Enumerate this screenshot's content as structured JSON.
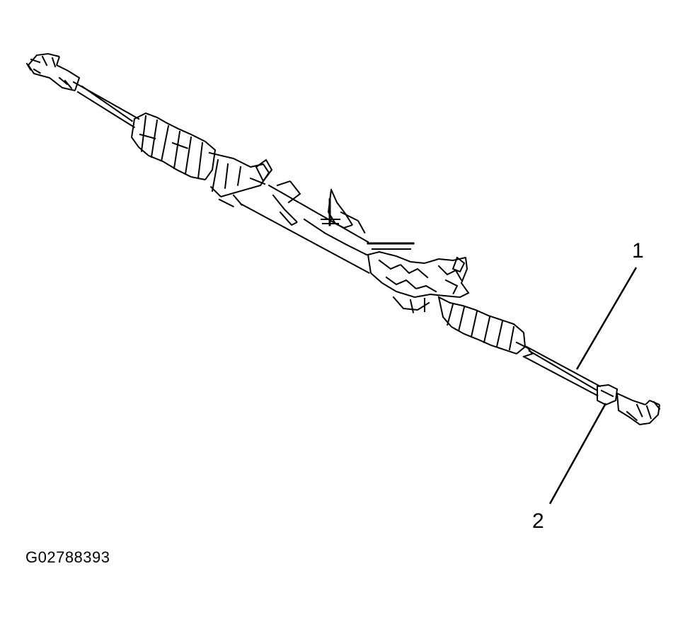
{
  "figure": {
    "id_label": "G02788393",
    "callouts": [
      {
        "label": "1"
      },
      {
        "label": "2"
      }
    ]
  },
  "colors": {
    "ink": "#000000",
    "background": "#ffffff"
  }
}
